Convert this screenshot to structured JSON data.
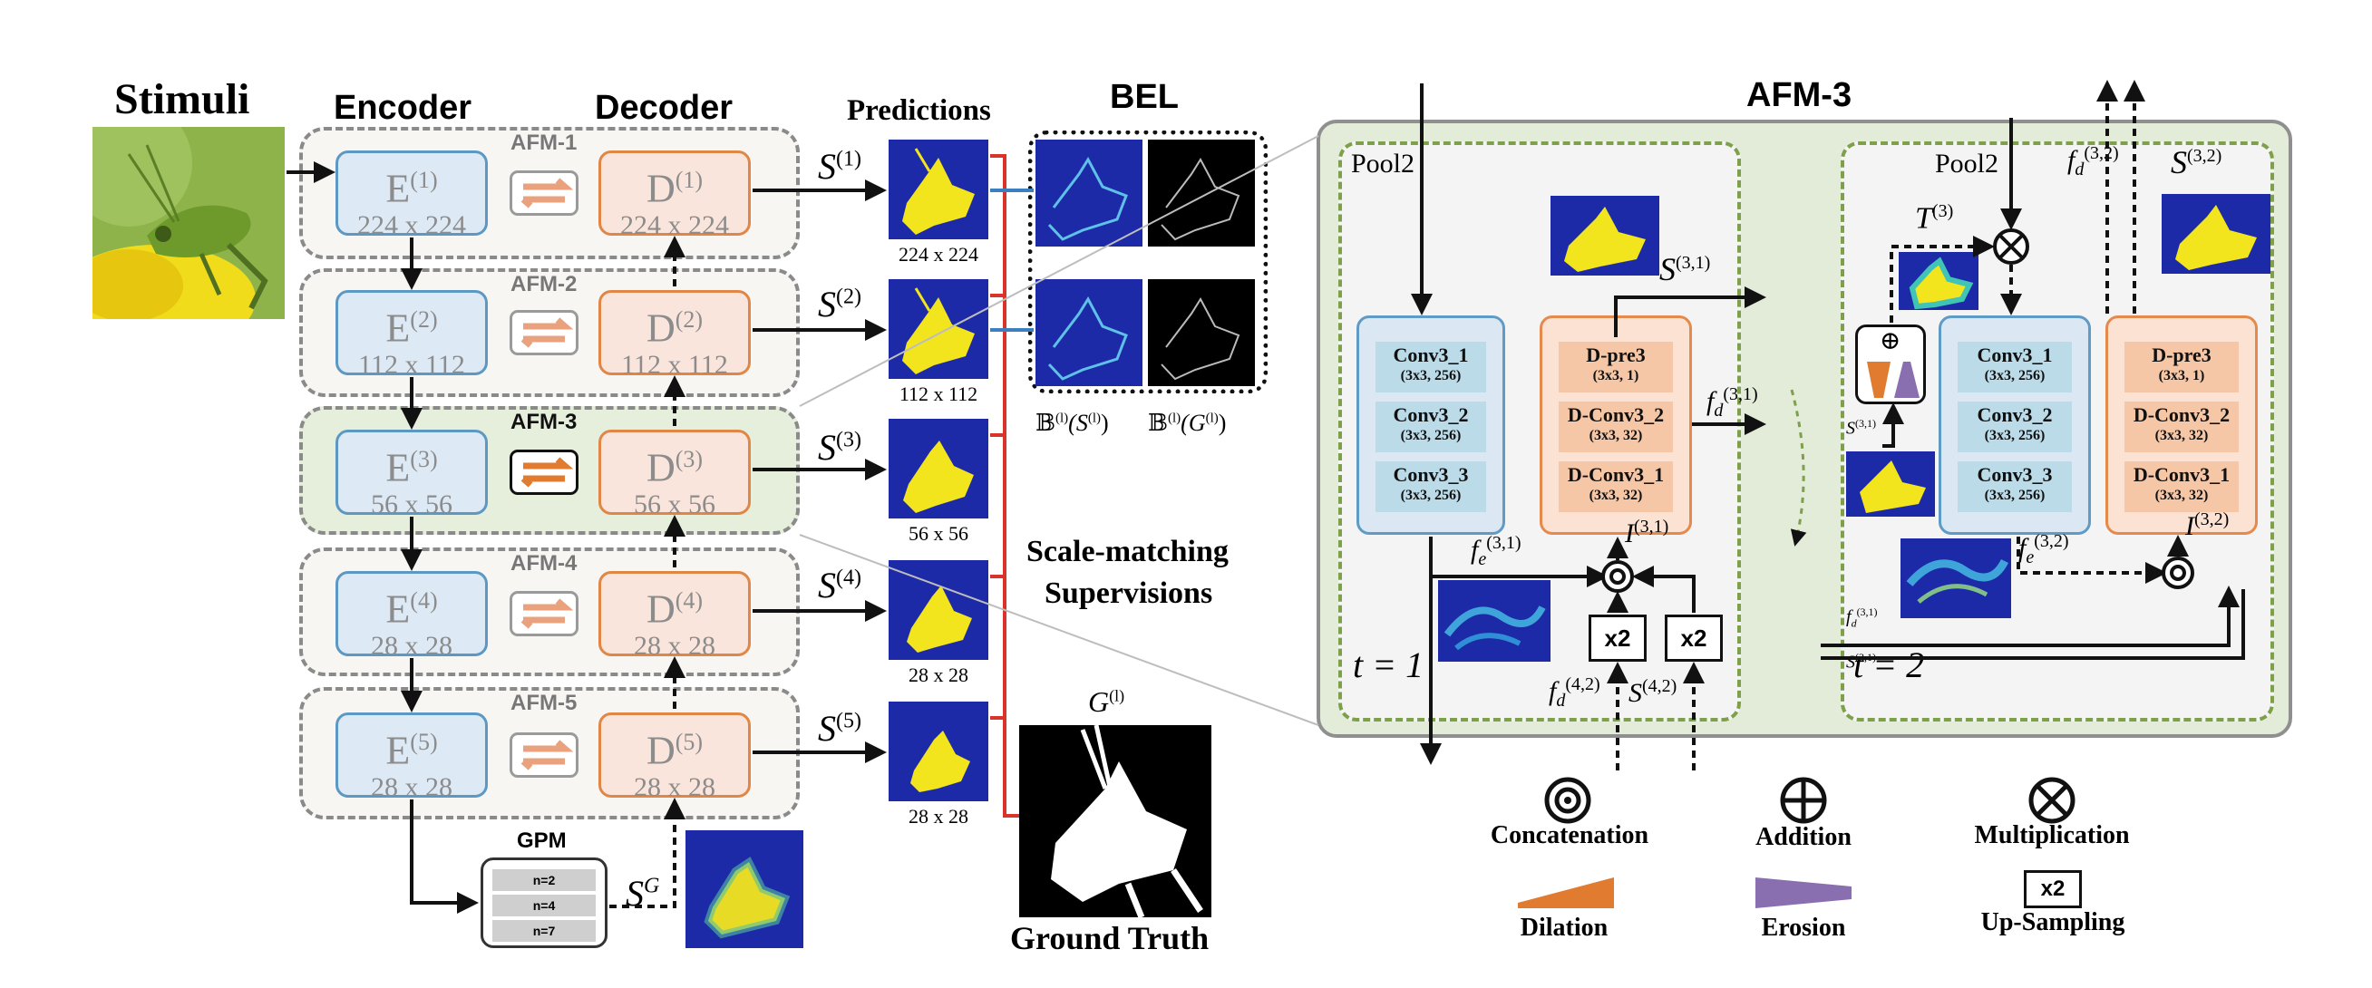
{
  "overview": {
    "stimuli_title": "Stimuli",
    "encoder_title": "Encoder",
    "decoder_title": "Decoder",
    "predictions_title": "Predictions",
    "bel_title": "BEL",
    "modules": [
      {
        "label": "AFM-1",
        "enc_sup": "(1)",
        "dec_sup": "(1)",
        "size": "224 x 224",
        "s_sup": "(1)",
        "pred_size": "224 x 224"
      },
      {
        "label": "AFM-2",
        "enc_sup": "(2)",
        "dec_sup": "(2)",
        "size": "112 x 112",
        "s_sup": "(2)",
        "pred_size": "112 x 112"
      },
      {
        "label": "AFM-3",
        "enc_sup": "(3)",
        "dec_sup": "(3)",
        "size": "56 x 56",
        "s_sup": "(3)",
        "pred_size": "56 x 56"
      },
      {
        "label": "AFM-4",
        "enc_sup": "(4)",
        "dec_sup": "(4)",
        "size": "28 x 28",
        "s_sup": "(4)",
        "pred_size": "28 x 28"
      },
      {
        "label": "AFM-5",
        "enc_sup": "(5)",
        "dec_sup": "(5)",
        "size": "28 x 28",
        "s_sup": "(5)",
        "pred_size": "28 x 28"
      }
    ],
    "enc_letter": "E",
    "dec_letter": "D",
    "s_letter": "S",
    "gpm_title": "GPM",
    "gpm_rows": [
      "n=2",
      "n=4",
      "n=7"
    ],
    "sg_sup": "G",
    "bel_formula_1": "𝔹",
    "bel_formula_1_sup": "(l)",
    "bel_formula_1_arg": "(S",
    "bel_formula_1_arg_sup": "(l)",
    "bel_formula_1_close": ")",
    "bel_formula_2_arg": "(G",
    "bel_formula_2_arg_sup": "(l)",
    "scale_matching_1": "Scale-matching",
    "scale_matching_2": "Supervisions",
    "gt_title": "Ground Truth",
    "gt_letter": "G",
    "gt_sup": "(l)"
  },
  "afm3": {
    "title": "AFM-3",
    "pool_left": "Pool2",
    "pool_right": "Pool2",
    "t1_label": "t = 1",
    "t2_label": "t = 2",
    "enc_layers": [
      {
        "name": "Conv3_1",
        "params": "(3x3, 256)"
      },
      {
        "name": "Conv3_2",
        "params": "(3x3, 256)"
      },
      {
        "name": "Conv3_3",
        "params": "(3x3, 256)"
      }
    ],
    "dec_layers": [
      {
        "name": "D-pre3",
        "params": "(3x3, 1)"
      },
      {
        "name": "D-Conv3_2",
        "params": "(3x3, 32)"
      },
      {
        "name": "D-Conv3_1",
        "params": "(3x3, 32)"
      }
    ],
    "x2_label": "x2",
    "s31": "S",
    "s31_sup": "(3,1)",
    "s32_sup": "(3,2)",
    "fd31_sup": "(3,1)",
    "fe31_sup": "(3,1)",
    "i31_sup": "(3,1)",
    "fd42_sup": "(4,2)",
    "s42_sup": "(4,2)",
    "t3_sup": "(3)",
    "fd32_sup": "(3,2)",
    "fe32_sup": "(3,2)",
    "i32_sup": "(3,2)",
    "f_letter": "f",
    "f_sub_d": "d",
    "f_sub_e": "e",
    "i_letter": "I",
    "t_letter": "T",
    "plus_symbol": "⊕"
  },
  "legend": {
    "concatenation": "Concatenation",
    "addition": "Addition",
    "multiplication": "Multiplication",
    "dilation": "Dilation",
    "erosion": "Erosion",
    "upsampling": "Up-Sampling",
    "upsampling_icon_text": "x2"
  },
  "colors": {
    "encoder_fill": "#dde9f5",
    "encoder_border": "#5d98c2",
    "decoder_fill": "#fae5dc",
    "decoder_border": "#e08747",
    "afm3_fill": "#e3ebd9",
    "step_border": "#7ea04a",
    "supervision_red": "#d9342b",
    "dilation": "#e07b2f",
    "erosion": "#8a6fb0",
    "prediction_bg": "#1d2aa8",
    "prediction_fg": "#f2e51d"
  },
  "icons": [
    "swap-arrows-icon",
    "concatenation-icon",
    "addition-icon",
    "multiplication-icon",
    "dilation-icon",
    "erosion-icon",
    "upsampling-icon"
  ]
}
